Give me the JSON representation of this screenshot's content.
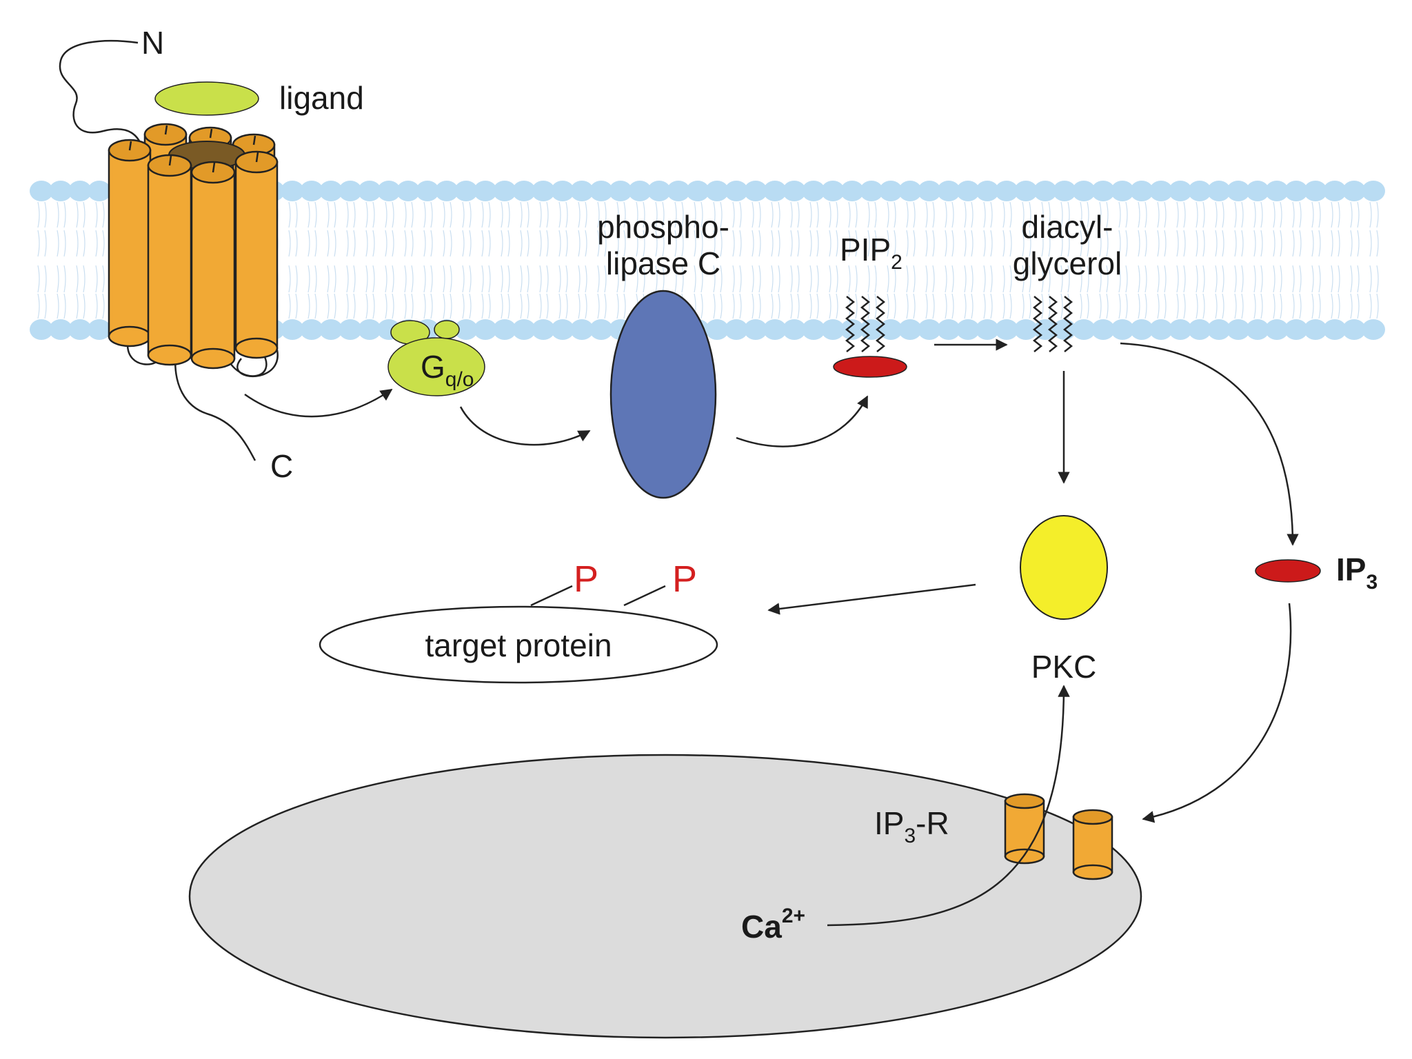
{
  "labels": {
    "n_terminus": "N",
    "c_terminus": "C",
    "ligand": "ligand",
    "g_protein_main": "G",
    "g_protein_sub": "q/o",
    "plc_line1": "phospho-",
    "plc_line2": "lipase C",
    "pip2_main": "PIP",
    "pip2_sub": "2",
    "dag_line1": "diacyl-",
    "dag_line2": "glycerol",
    "ip3_main": "IP",
    "ip3_sub": "3",
    "pkc": "PKC",
    "phosphate": "P",
    "target_protein": "target protein",
    "ip3r_main": "IP",
    "ip3r_sub": "3",
    "ip3r_suffix": "-R",
    "ca_main": "Ca",
    "ca_sup": "2+"
  },
  "colors": {
    "membrane_head": "#b9dcf3",
    "receptor": "#f1a935",
    "ligand": "#c9e04a",
    "g_protein": "#c9e04a",
    "phospholipase_c": "#5e76b6",
    "pip2_head": "#cc1a1a",
    "ip3": "#cc1a1a",
    "pkc": "#f4ee2a",
    "phosphate": "#d42020",
    "er": "#dcdcdc"
  }
}
